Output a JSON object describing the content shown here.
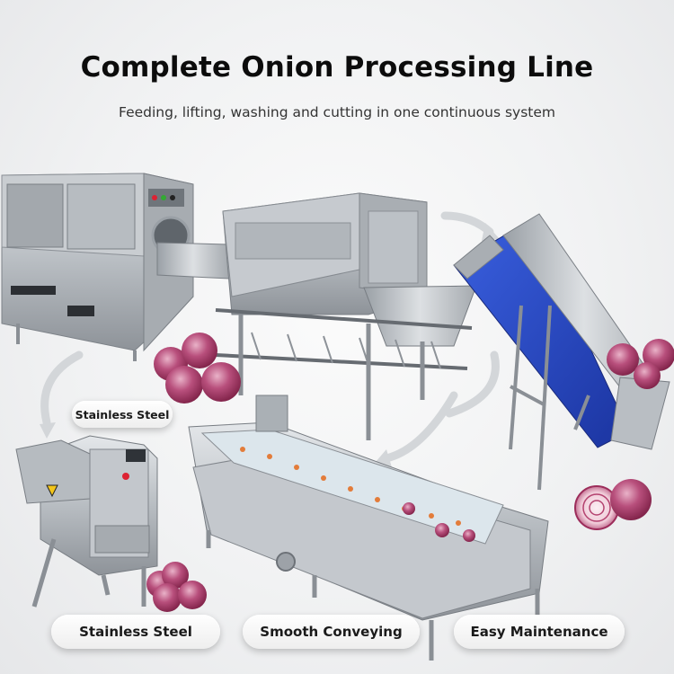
{
  "header": {
    "title": "Complete Onion Processing Line",
    "subtitle": "Feeding, lifting, washing and cutting in one continuous system"
  },
  "labels": {
    "top_left": "Stainless Steel",
    "bottom_left": "Stainless Steel",
    "bottom_center": "Smooth Conveying",
    "bottom_right": "Easy Maintenance"
  },
  "colors": {
    "steel": "#b9bec3",
    "conveyor_blue": "#2547c4",
    "onion_purple": "#9b2a55",
    "arrow_gray": "#cfd2d5"
  }
}
